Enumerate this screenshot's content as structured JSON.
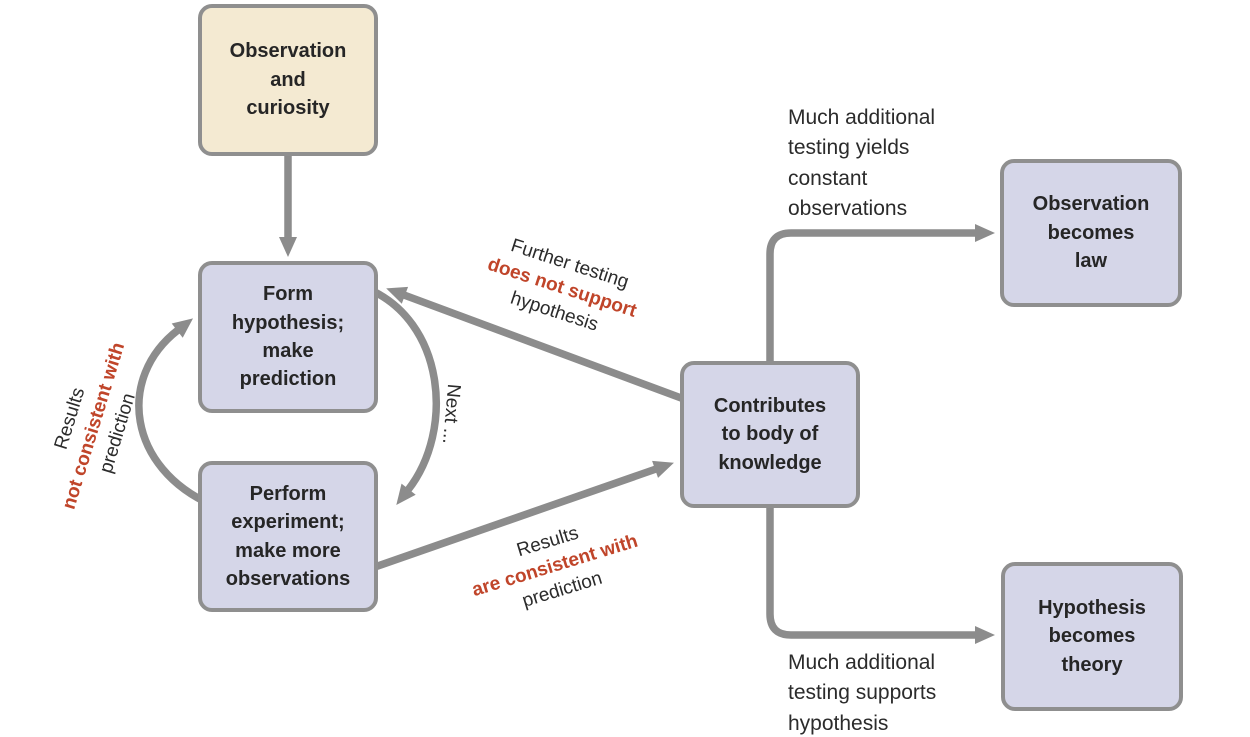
{
  "title": "Scientific method flow diagram",
  "colors": {
    "box_fill_lavender": "#d5d6e8",
    "box_fill_cream": "#f4ead2",
    "box_border": "#8f8f8f",
    "arrow_gray": "#8c8c8c",
    "text_dark": "#262626",
    "highlight_red": "#c0452a",
    "background": "#ffffff"
  },
  "boxes": {
    "observation_curiosity": "Observation\nand\ncuriosity",
    "form_hypothesis": "Form\nhypothesis;\nmake\nprediction",
    "perform_experiment": "Perform\nexperiment;\nmake more\nobservations",
    "contributes": "Contributes\nto body of\nknowledge",
    "observation_law": "Observation\nbecomes\nlaw",
    "hypothesis_theory": "Hypothesis\nbecomes\ntheory"
  },
  "edge_labels": {
    "not_consistent": {
      "pre": "Results",
      "highlight": "not consistent with",
      "post": "prediction"
    },
    "next": "Next ...",
    "does_not_support": {
      "pre": "Further testing",
      "highlight": "does not support",
      "post": "hypothesis"
    },
    "consistent": {
      "pre": "Results",
      "highlight": "are consistent with",
      "post": "prediction"
    },
    "law": "Much additional\ntesting yields\nconstant\nobservations",
    "theory": "Much additional\ntesting supports\nhypothesis"
  }
}
